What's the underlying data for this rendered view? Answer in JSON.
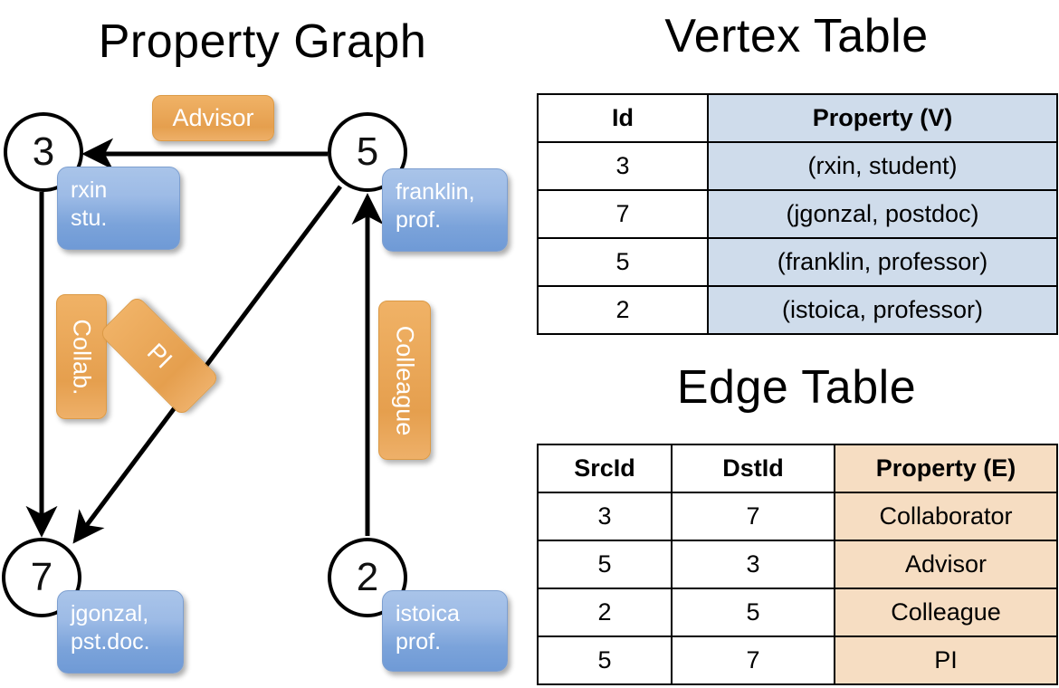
{
  "titles": {
    "property_graph": "Property Graph",
    "vertex_table": "Vertex Table",
    "edge_table": "Edge Table"
  },
  "colors": {
    "vertex_property_fill": "#cfdceb",
    "edge_property_fill": "#f6ddc2",
    "node_box_blue": "#7ba3da",
    "edge_label_orange": "#e9a657",
    "stroke": "#000000"
  },
  "graph": {
    "nodes": [
      {
        "id": "3",
        "property_lines": [
          "rxin",
          "stu."
        ]
      },
      {
        "id": "5",
        "property_lines": [
          "franklin,",
          "prof."
        ]
      },
      {
        "id": "7",
        "property_lines": [
          "jgonzal,",
          "pst.doc."
        ]
      },
      {
        "id": "2",
        "property_lines": [
          "istoica",
          "prof."
        ]
      }
    ],
    "edge_labels": [
      {
        "name": "advisor",
        "text": "Advisor",
        "orientation": "horizontal"
      },
      {
        "name": "collab",
        "text": "Collab.",
        "orientation": "vertical"
      },
      {
        "name": "pi",
        "text": "PI",
        "orientation": "diagonal"
      },
      {
        "name": "colleague",
        "text": "Colleague",
        "orientation": "vertical"
      }
    ],
    "edges": [
      {
        "src": "5",
        "dst": "3",
        "label": "Advisor"
      },
      {
        "src": "3",
        "dst": "7",
        "label": "Collab."
      },
      {
        "src": "5",
        "dst": "7",
        "label": "PI"
      },
      {
        "src": "2",
        "dst": "5",
        "label": "Colleague"
      }
    ]
  },
  "vertex_table": {
    "headers": [
      "Id",
      "Property (V)"
    ],
    "rows": [
      {
        "id": "3",
        "property": "(rxin, student)"
      },
      {
        "id": "7",
        "property": "(jgonzal, postdoc)"
      },
      {
        "id": "5",
        "property": "(franklin, professor)"
      },
      {
        "id": "2",
        "property": "(istoica, professor)"
      }
    ]
  },
  "edge_table": {
    "headers": [
      "SrcId",
      "DstId",
      "Property (E)"
    ],
    "rows": [
      {
        "src": "3",
        "dst": "7",
        "property": "Collaborator"
      },
      {
        "src": "5",
        "dst": "3",
        "property": "Advisor"
      },
      {
        "src": "2",
        "dst": "5",
        "property": "Colleague"
      },
      {
        "src": "5",
        "dst": "7",
        "property": "PI"
      }
    ]
  }
}
